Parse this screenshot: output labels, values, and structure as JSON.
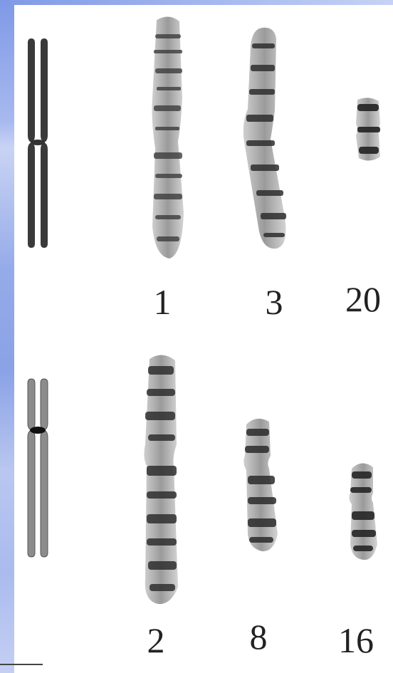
{
  "row_top": {
    "labels": [
      "1",
      "3",
      "20"
    ]
  },
  "row_bottom": {
    "labels": [
      "2",
      "8",
      "16"
    ]
  },
  "colors": {
    "metacentric_schematic": "#3a3a3a",
    "submetacentric_schematic": "#8c8c8c",
    "centromere_dot": "#111111",
    "accent_band": "#8aa2e6"
  }
}
